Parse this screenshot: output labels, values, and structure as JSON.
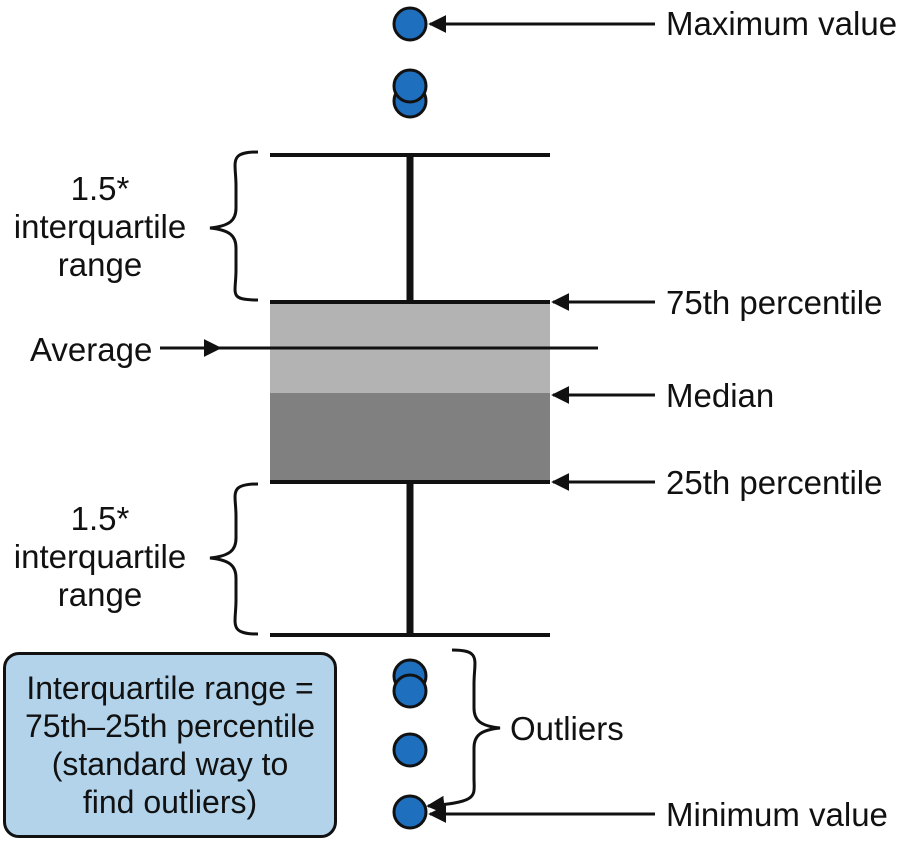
{
  "labels": {
    "maximum": "Maximum value",
    "p75": "75th percentile",
    "median": "Median",
    "p25": "25th percentile",
    "minimum": "Minimum value",
    "average": "Average",
    "outliers": "Outliers",
    "upper_whisker": [
      "1.5*",
      "interquartile",
      "range"
    ],
    "lower_whisker": [
      "1.5*",
      "interquartile",
      "range"
    ]
  },
  "note": {
    "lines": [
      "Interquartile range =",
      "75th–25th percentile",
      "(standard way to",
      "find outliers)"
    ]
  },
  "colors": {
    "point": "#1f6fbf",
    "upper_box": "#b3b3b3",
    "lower_box": "#808080",
    "note_background": "#b2d3ea",
    "stroke": "#111111"
  }
}
